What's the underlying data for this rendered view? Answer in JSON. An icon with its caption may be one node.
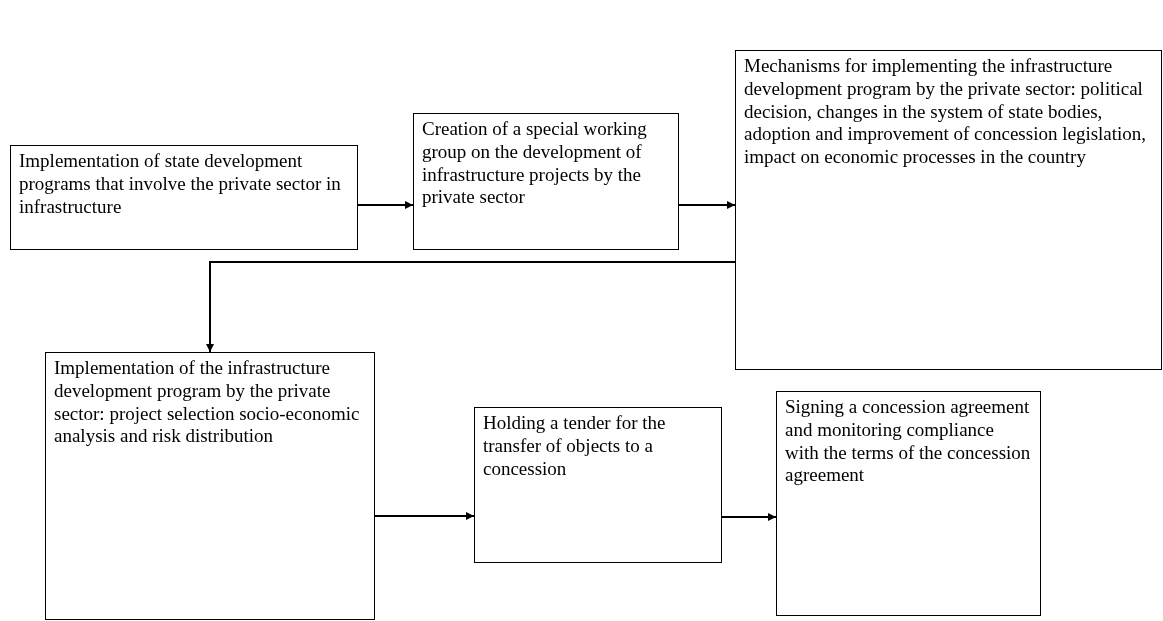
{
  "diagram": {
    "nodes": [
      {
        "text": [
          "Implementation of state development programs that involve the private sector in infrastructure"
        ]
      },
      {
        "text": [
          "Creation of a special working group on the development of infrastructure projects by the private sector"
        ]
      },
      {
        "text": [
          "Mechanisms for implementing the infrastructure development program by the private sector: political decision, changes in the system of state bodies, adoption and improvement of concession legislation, impact on economic processes in the country"
        ]
      },
      {
        "text": [
          "Implementation of the infrastructure development program by the private sector: project selection socio-economic analysis and risk distribution"
        ]
      },
      {
        "text": [
          "Holding a tender for the transfer of objects to a concession"
        ]
      },
      {
        "text": [
          "Signing a concession agreement and monitoring compliance with the terms of the concession agreement"
        ]
      }
    ],
    "edges": [
      {
        "from": 0,
        "to": 1,
        "arrow": "to"
      },
      {
        "from": 1,
        "to": 2,
        "arrow": "to"
      },
      {
        "from": 2,
        "to": 3,
        "arrow": "to"
      },
      {
        "from": 3,
        "to": 4,
        "arrow": "to"
      },
      {
        "from": 4,
        "to": 5,
        "arrow": "to"
      }
    ]
  }
}
